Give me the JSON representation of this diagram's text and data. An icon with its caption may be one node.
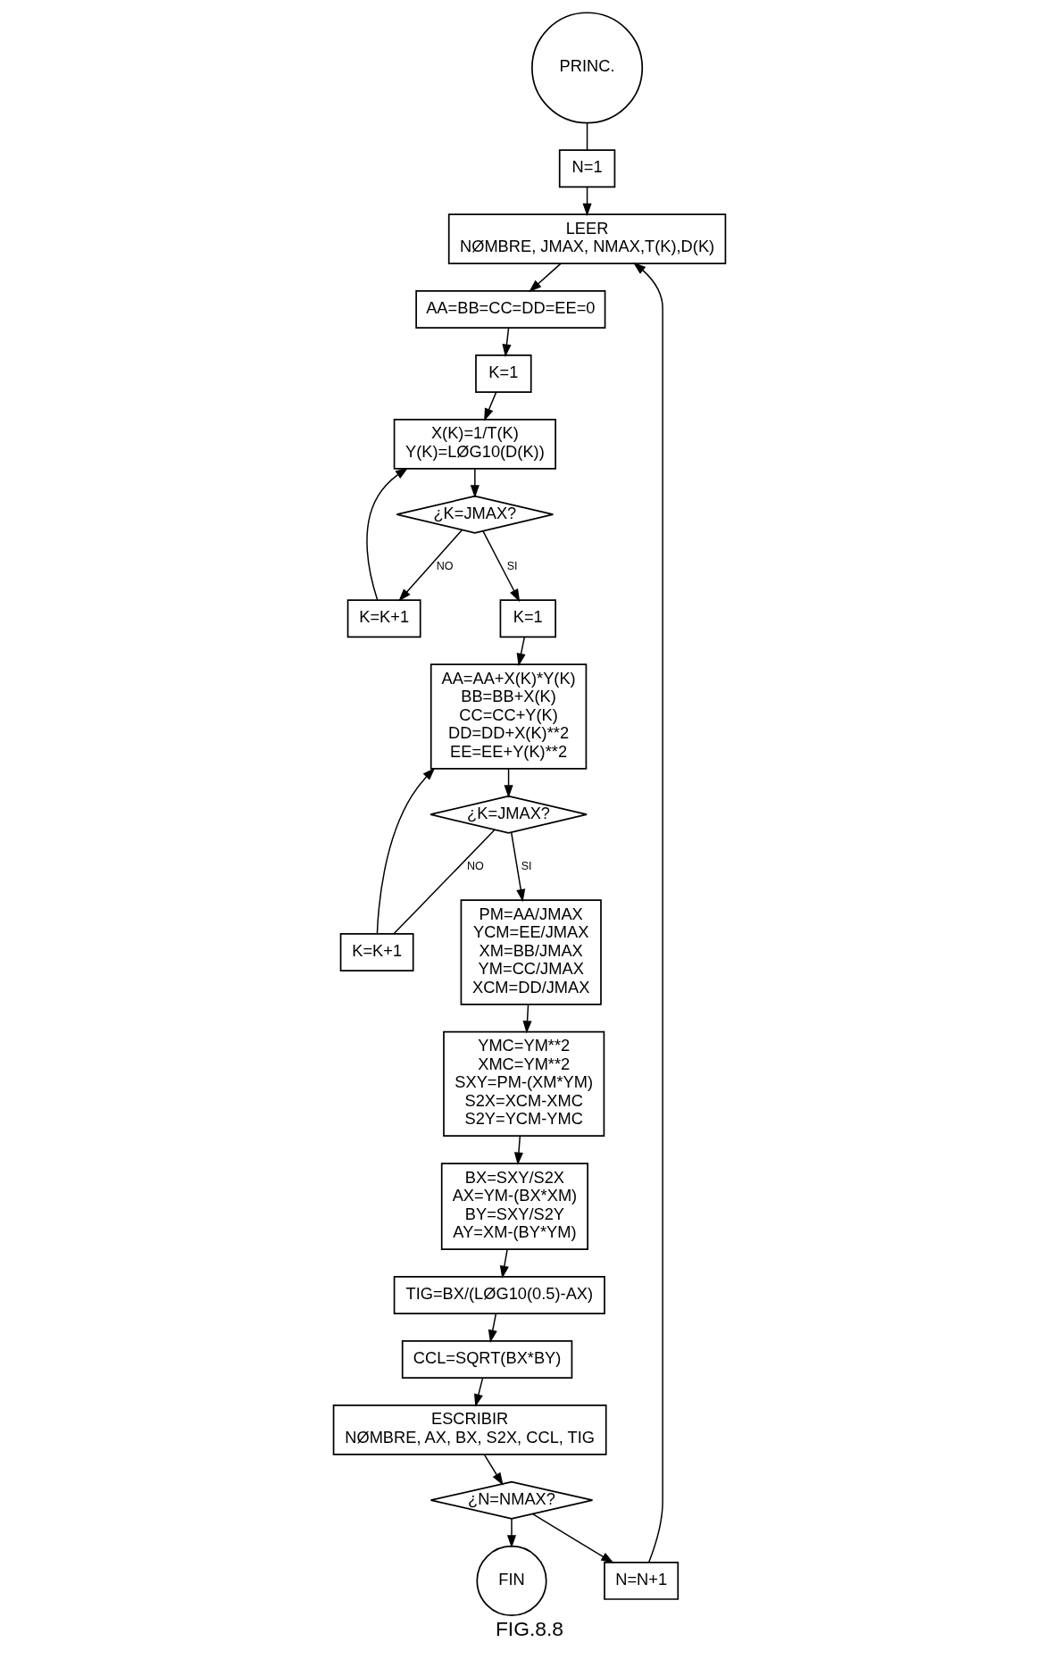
{
  "diagram": {
    "caption": "FIG.8.8",
    "nodes": [
      {
        "text": [
          "PRINC."
        ]
      },
      {
        "text": [
          "N=1"
        ]
      },
      {
        "text": [
          "LEER",
          "NØMBRE, JMAX, NMAX,T(K),D(K)"
        ]
      },
      {
        "text": [
          "AA=BB=CC=DD=EE=0"
        ]
      },
      {
        "text": [
          "K=1"
        ]
      },
      {
        "text": [
          "X(K)=1/T(K)",
          "Y(K)=LØG10(D(K))"
        ]
      },
      {
        "text": [
          "¿K=JMAX?"
        ]
      },
      {
        "text": [
          "K=K+1"
        ]
      },
      {
        "text": [
          "K=1"
        ]
      },
      {
        "text": [
          "AA=AA+X(K)*Y(K)",
          "BB=BB+X(K)",
          "CC=CC+Y(K)",
          "DD=DD+X(K)**2",
          "EE=EE+Y(K)**2"
        ]
      },
      {
        "text": [
          "¿K=JMAX?"
        ]
      },
      {
        "text": [
          "K=K+1"
        ]
      },
      {
        "text": [
          "PM=AA/JMAX",
          "YCM=EE/JMAX",
          "XM=BB/JMAX",
          "YM=CC/JMAX",
          "XCM=DD/JMAX"
        ]
      },
      {
        "text": [
          "YMC=YM**2",
          "XMC=YM**2",
          "SXY=PM-(XM*YM)",
          "S2X=XCM-XMC",
          "S2Y=YCM-YMC"
        ]
      },
      {
        "text": [
          "BX=SXY/S2X",
          "AX=YM-(BX*XM)",
          "BY=SXY/S2Y",
          "AY=XM-(BY*YM)"
        ]
      },
      {
        "text": [
          "TIG=BX/(LØG10(0.5)-AX)"
        ]
      },
      {
        "text": [
          "CCL=SQRT(BX*BY)"
        ]
      },
      {
        "text": [
          "ESCRIBIR",
          "NØMBRE, AX, BX, S2X, CCL, TIG"
        ]
      },
      {
        "text": [
          "¿N=NMAX?"
        ]
      },
      {
        "text": [
          "N=N+1"
        ]
      },
      {
        "text": [
          "FIN"
        ]
      }
    ],
    "edges": [
      {
        "from": 0,
        "to": 1,
        "arrow": "none"
      },
      {
        "from": 1,
        "to": 2,
        "arrow": "to"
      },
      {
        "from": 2,
        "to": 3,
        "arrow": "to"
      },
      {
        "from": 3,
        "to": 4,
        "arrow": "to"
      },
      {
        "from": 4,
        "to": 5,
        "arrow": "to"
      },
      {
        "from": 5,
        "to": 6,
        "arrow": "to"
      },
      {
        "from": 6,
        "to": 7,
        "arrow": "to",
        "label": "NO"
      },
      {
        "from": 7,
        "to": 5,
        "arrow": "to"
      },
      {
        "from": 6,
        "to": 8,
        "arrow": "to",
        "label": "SI"
      },
      {
        "from": 8,
        "to": 9,
        "arrow": "to"
      },
      {
        "from": 9,
        "to": 10,
        "arrow": "to"
      },
      {
        "from": 10,
        "to": 11,
        "arrow": "none",
        "label": "NO"
      },
      {
        "from": 11,
        "to": 9,
        "arrow": "to"
      },
      {
        "from": 10,
        "to": 12,
        "arrow": "to",
        "label": "SI"
      },
      {
        "from": 12,
        "to": 13,
        "arrow": "to"
      },
      {
        "from": 13,
        "to": 14,
        "arrow": "to"
      },
      {
        "from": 14,
        "to": 15,
        "arrow": "to"
      },
      {
        "from": 15,
        "to": 16,
        "arrow": "to"
      },
      {
        "from": 16,
        "to": 17,
        "arrow": "to"
      },
      {
        "from": 17,
        "to": 18,
        "arrow": "to"
      },
      {
        "from": 18,
        "to": 19,
        "arrow": "to"
      },
      {
        "from": 19,
        "to": 2,
        "arrow": "to"
      },
      {
        "from": 18,
        "to": 20,
        "arrow": "to"
      }
    ]
  }
}
